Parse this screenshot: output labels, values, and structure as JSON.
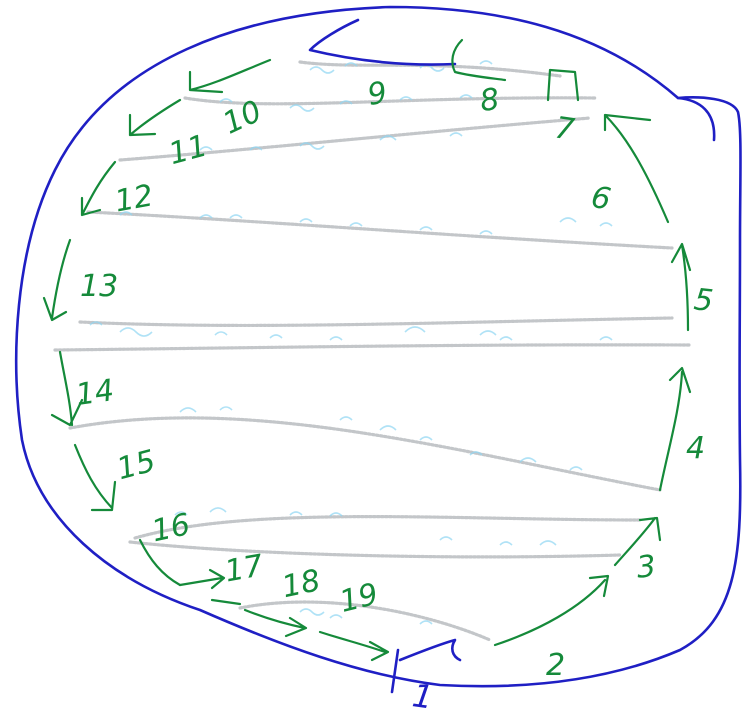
{
  "colors": {
    "outline": "#1f1fc4",
    "arrows": "#158a3a",
    "bands": "#b9bcbf",
    "texture": "#8fd6f2",
    "background": "#ffffff"
  },
  "labels": [
    {
      "id": "label-1",
      "text": "1",
      "color": "blue"
    },
    {
      "id": "label-2",
      "text": "2",
      "color": "green"
    },
    {
      "id": "label-3",
      "text": "3",
      "color": "green"
    },
    {
      "id": "label-4",
      "text": "4",
      "color": "green"
    },
    {
      "id": "label-5",
      "text": "5",
      "color": "green"
    },
    {
      "id": "label-6",
      "text": "6",
      "color": "green"
    },
    {
      "id": "label-7",
      "text": "7",
      "color": "green"
    },
    {
      "id": "label-8",
      "text": "8",
      "color": "green"
    },
    {
      "id": "label-9",
      "text": "9",
      "color": "green"
    },
    {
      "id": "label-10",
      "text": "10",
      "color": "green"
    },
    {
      "id": "label-11",
      "text": "11",
      "color": "green"
    },
    {
      "id": "label-12",
      "text": "12",
      "color": "green"
    },
    {
      "id": "label-13",
      "text": "13",
      "color": "green"
    },
    {
      "id": "label-14",
      "text": "14",
      "color": "green"
    },
    {
      "id": "label-15",
      "text": "15",
      "color": "green"
    },
    {
      "id": "label-16",
      "text": "16",
      "color": "green"
    },
    {
      "id": "label-17",
      "text": "17",
      "color": "green"
    },
    {
      "id": "label-18",
      "text": "18",
      "color": "green"
    },
    {
      "id": "label-19",
      "text": "19",
      "color": "green"
    }
  ]
}
